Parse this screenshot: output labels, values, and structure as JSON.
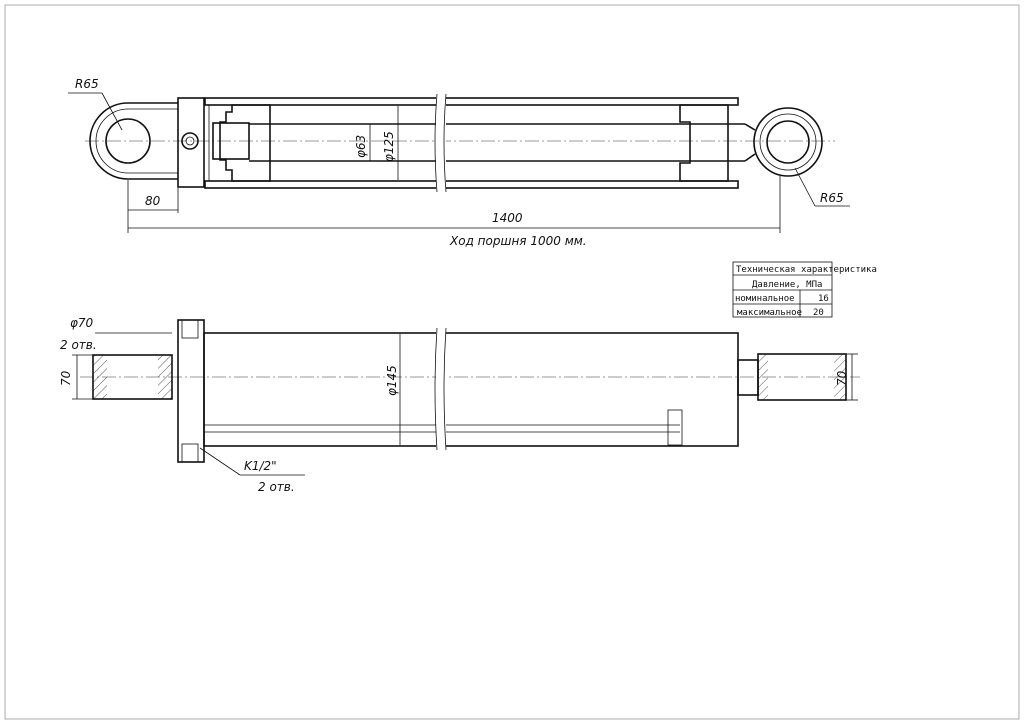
{
  "top_view": {
    "radius_left": "R65",
    "radius_right": "R65",
    "dim_eye_offset": "80",
    "dim_rod_diameter": "φ63",
    "dim_bore_diameter": "φ125",
    "dim_total_length": "1400",
    "stroke_note": "Ход поршня 1000 мм."
  },
  "bottom_view": {
    "dim_pin_diameter": "φ70",
    "pin_holes_note": "2 отв.",
    "dim_left_width": "70",
    "dim_tube_diameter": "φ145",
    "dim_right_width": "70",
    "port_thread": "K1/2\"",
    "port_holes_note": "2 отв."
  },
  "spec_table": {
    "title": "Техническая характеристика",
    "subtitle": "Давление, МПа",
    "rows": [
      {
        "label": "номинальное",
        "value": "16"
      },
      {
        "label": "максимальное",
        "value": "20"
      }
    ]
  }
}
